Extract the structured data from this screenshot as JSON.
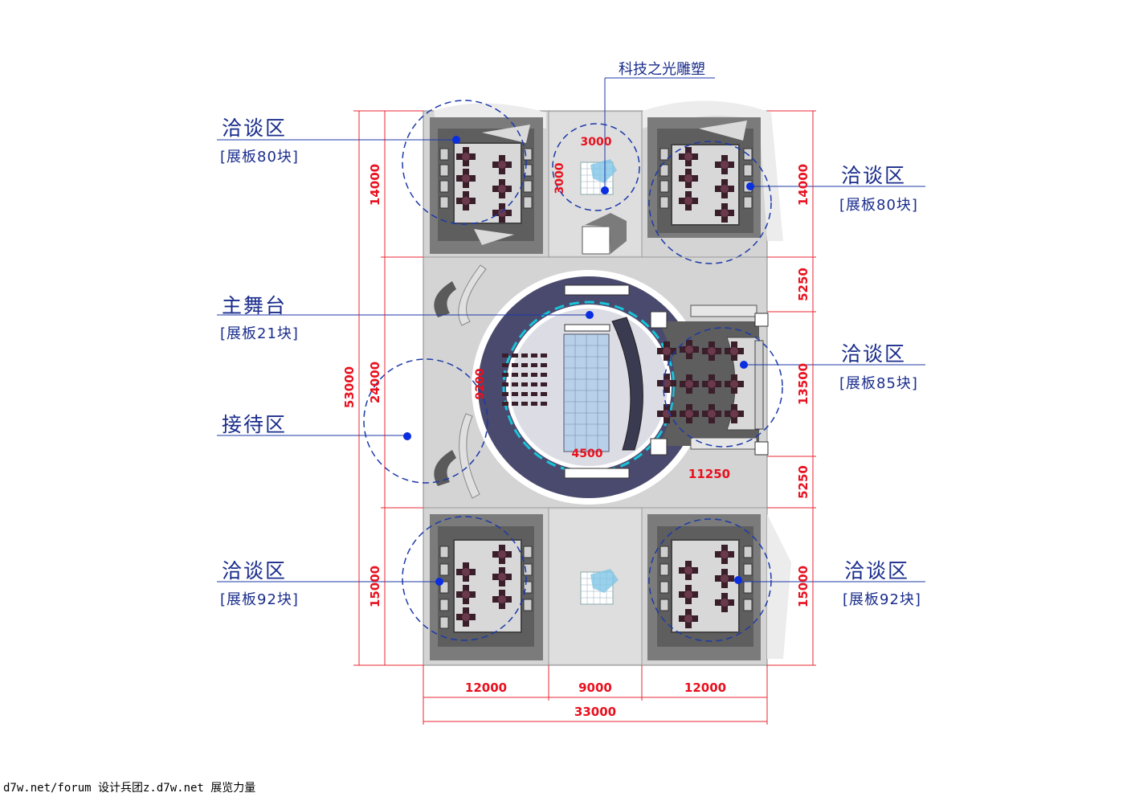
{
  "sculpture_label": "科技之光雕塑",
  "zones": {
    "nw_name": "洽谈区",
    "nw_panels": "[展板80块]",
    "ne_name": "洽谈区",
    "ne_panels": "[展板80块]",
    "stage_name": "主舞台",
    "stage_panels": "[展板21块]",
    "east_name": "洽谈区",
    "east_panels": "[展板85块]",
    "reception_name": "接待区",
    "sw_name": "洽谈区",
    "sw_panels": "[展板92块]",
    "se_name": "洽谈区",
    "se_panels": "[展板92块]"
  },
  "dimensions": {
    "total_height": "53000",
    "middle_height": "24000",
    "nw_height": "14000",
    "sw_height": "15000",
    "ne_height": "14000",
    "e_upper": "5250",
    "e_mid": "13500",
    "e_lower": "5250",
    "se_height": "15000",
    "bottom_left": "12000",
    "bottom_mid": "9000",
    "bottom_right": "12000",
    "total_width": "33000",
    "sculpture_w": "3000",
    "sculpture_h": "3000",
    "stage_dia": "9200",
    "stage_w": "4500",
    "east_r": "11250"
  },
  "footer": "d7w.net/forum 设计兵团z.d7w.net 展览力量",
  "colors": {
    "label_blue": "#1a2d8c",
    "dim_red": "#e8101e",
    "dot_blue": "#0a2ee0",
    "floor_gray": "#d3d3d3",
    "stage_navy": "#4a4a6e"
  }
}
